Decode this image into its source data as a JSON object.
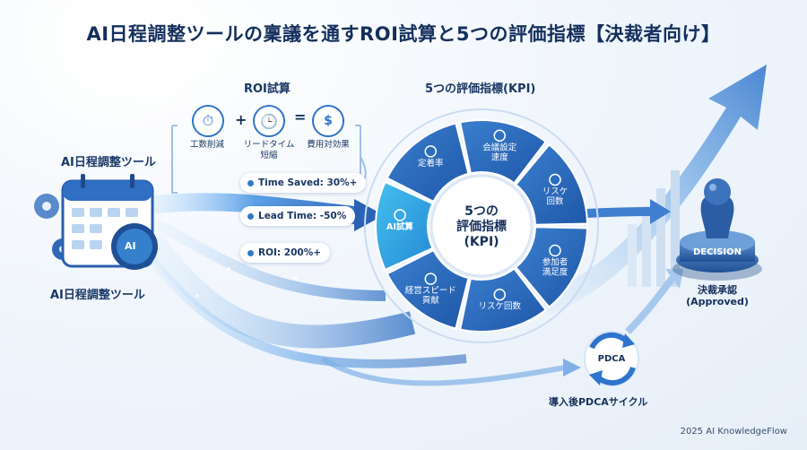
{
  "header": {
    "title": "AI日程調整ツールの稟議を通すROI試算と5つの評価指標【決裁者向け】"
  },
  "tool": {
    "label_top": "AI日程調整ツール",
    "label_bottom": "AI日程調整ツール",
    "ai_badge": "AI"
  },
  "roi": {
    "title": "ROI試算",
    "plus": "+",
    "equals": "=",
    "items": [
      {
        "label": "工数削減",
        "icon": "stopwatch-icon"
      },
      {
        "label_line1": "リードタイム",
        "label_line2": "短縮",
        "icon": "clock-fast-icon"
      },
      {
        "label": "費用対効果",
        "icon": "money-hand-icon"
      }
    ],
    "metrics": [
      {
        "label": "Time Saved: 30%+"
      },
      {
        "label": "Lead Time: -50%"
      },
      {
        "label": "ROI: 200%+"
      }
    ]
  },
  "kpi": {
    "title": "5つの評価指標(KPI)",
    "center": {
      "line1": "5つの",
      "line2": "評価指標",
      "line3": "(KPI)"
    },
    "ai_segment": "AI試算",
    "segments": [
      {
        "line1": "定着率",
        "icon": "shield-check-icon"
      },
      {
        "line1": "会議設定",
        "line2": "速度",
        "icon": "speed-clock-icon"
      },
      {
        "line1": "リスケ",
        "line2": "回数",
        "icon": "calendar-icon"
      },
      {
        "line1": "参加者",
        "line2": "満足度",
        "icon": "smile-icon"
      },
      {
        "line1": "リスケ回数",
        "icon": "chat-icon"
      },
      {
        "line1": "経営スピード",
        "line2": "貢献",
        "icon": "speedometer-icon"
      }
    ]
  },
  "decision": {
    "stamp": "DECISION",
    "label_line1": "決裁承認",
    "label_line2": "(Approved)"
  },
  "pdca": {
    "badge": "PDCA",
    "label": "導入後PDCAサイクル"
  },
  "footer": {
    "credit": "2025 AI KnowledgeFlow"
  },
  "colors": {
    "navy": "#15305a",
    "primary": "#2563b8",
    "accent": "#3aa0e0",
    "light": "#e8f1fb"
  }
}
